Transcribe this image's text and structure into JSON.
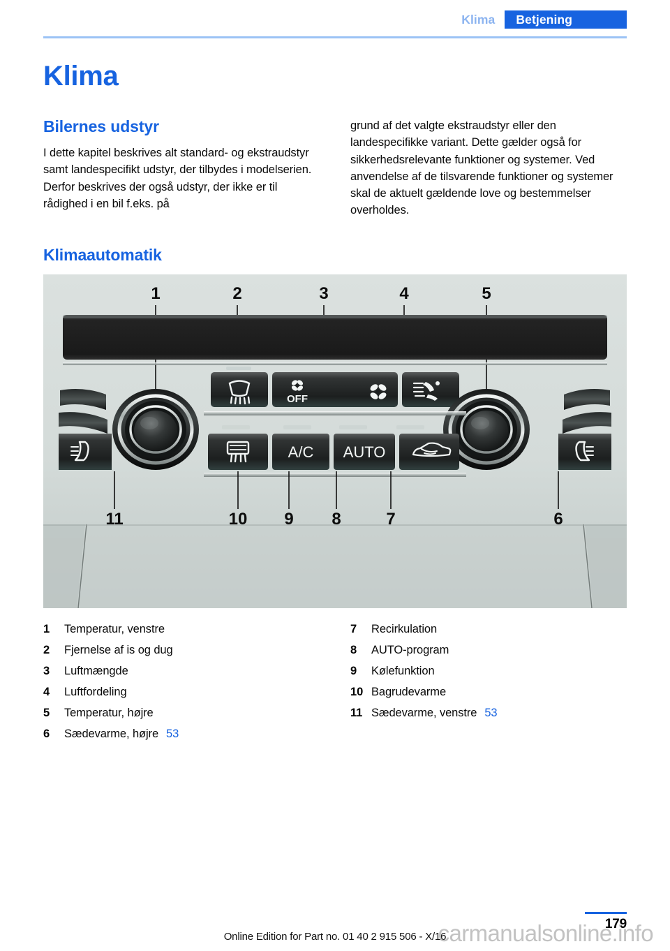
{
  "header": {
    "chapter": "Klima",
    "section": "Betjening"
  },
  "chapter_title": "Klima",
  "sections": {
    "equipment": {
      "title": "Bilernes udstyr",
      "left_text": "I dette kapitel beskrives alt standard- og ekstraudstyr samt landespecifikt udstyr, der tilbydes i modelserien. Derfor beskrives der også udstyr, der ikke er til rådighed i en bil f.eks. på",
      "right_text": "grund af det valgte ekstraudstyr eller den landespecifikke variant. Dette gælder også for sikkerhedsrelevante funktioner og systemer. Ved anvendelse af de tilsvarende funktioner og systemer skal de aktuelt gældende love og bestemmelser overholdes."
    },
    "climate": {
      "title": "Klimaautomatik"
    }
  },
  "figure": {
    "alt_name": "automatic-climate-control-panel",
    "callouts_top": [
      "1",
      "2",
      "3",
      "4",
      "5"
    ],
    "callouts_bottom": [
      "11",
      "10",
      "9",
      "8",
      "7",
      "6"
    ],
    "button_labels": {
      "fan_off": "OFF",
      "ac": "A/C",
      "auto": "AUTO"
    },
    "icons": [
      "windscreen-defrost-icon",
      "fan-off-icon",
      "fan-icon",
      "air-distribution-icon",
      "rear-window-defrost-icon",
      "recirculation-icon",
      "seat-heating-left-icon",
      "seat-heating-right-icon",
      "temperature-knob-left",
      "temperature-knob-right"
    ]
  },
  "legend": {
    "left": [
      {
        "num": "1",
        "label": "Temperatur, venstre",
        "ref": ""
      },
      {
        "num": "2",
        "label": "Fjernelse af is og dug",
        "ref": ""
      },
      {
        "num": "3",
        "label": "Luftmængde",
        "ref": ""
      },
      {
        "num": "4",
        "label": "Luftfordeling",
        "ref": ""
      },
      {
        "num": "5",
        "label": "Temperatur, højre",
        "ref": ""
      },
      {
        "num": "6",
        "label": "Sædevarme, højre",
        "ref": "53"
      }
    ],
    "right": [
      {
        "num": "7",
        "label": "Recirkulation",
        "ref": ""
      },
      {
        "num": "8",
        "label": "AUTO-program",
        "ref": ""
      },
      {
        "num": "9",
        "label": "Kølefunktion",
        "ref": ""
      },
      {
        "num": "10",
        "label": "Bagrudevarme",
        "ref": ""
      },
      {
        "num": "11",
        "label": "Sædevarme, venstre",
        "ref": "53"
      }
    ]
  },
  "footer": {
    "note": "Online Edition for Part no. 01 40 2 915 506 - X/16",
    "page_number": "179",
    "watermark": "carmanualsonline.info"
  },
  "colors": {
    "accent_blue": "#1763e0",
    "header_chapter_blue": "#8cb4f0",
    "rule_blue": "#9cc3f5",
    "panel_bg": "#d5dcda"
  }
}
